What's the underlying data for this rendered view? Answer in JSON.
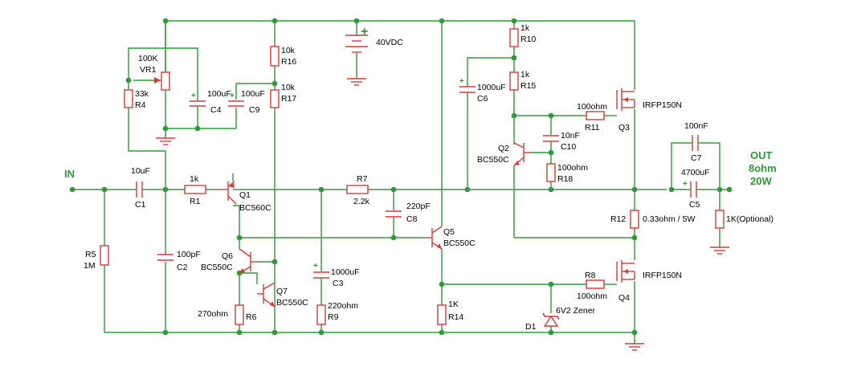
{
  "io": {
    "in": "IN",
    "out1": "OUT",
    "out2": "8ohm",
    "out3": "20W"
  },
  "supply": {
    "label": "40VDC",
    "plus": "+"
  },
  "parts": {
    "VR1": {
      "value": "100K",
      "ref": "VR1"
    },
    "R4": {
      "value": "33k",
      "ref": "R4"
    },
    "C4": {
      "value": "100uF",
      "ref": "C4"
    },
    "C9": {
      "value": "100uF",
      "ref": "C9"
    },
    "R16": {
      "value": "10k",
      "ref": "R16"
    },
    "R17": {
      "value": "10k",
      "ref": "R17"
    },
    "C1": {
      "value": "10uF",
      "ref": "C1"
    },
    "R1": {
      "value": "1k",
      "ref": "R1"
    },
    "Q1": {
      "ref": "Q1",
      "type": "BC560C"
    },
    "R5": {
      "ref": "R5",
      "value": "1M"
    },
    "C2": {
      "value": "100pF",
      "ref": "C2"
    },
    "Q6": {
      "ref": "Q6",
      "type": "BC550C"
    },
    "Q7": {
      "ref": "Q7",
      "type": "BC550C"
    },
    "R6": {
      "value": "270ohm",
      "ref": "R6"
    },
    "C3": {
      "value": "1000uF",
      "ref": "C3"
    },
    "R9": {
      "value": "220ohm",
      "ref": "R9"
    },
    "R7": {
      "ref": "R7",
      "value": "2.2k"
    },
    "C8": {
      "value": "220pF",
      "ref": "C8"
    },
    "Q5": {
      "ref": "Q5",
      "type": "BC550C"
    },
    "R14": {
      "value": "1K",
      "ref": "R14"
    },
    "R10": {
      "value": "1k",
      "ref": "R10"
    },
    "R15": {
      "value": "1k",
      "ref": "R15"
    },
    "C6": {
      "value": "1000uF",
      "ref": "C6"
    },
    "R11": {
      "value": "100ohm",
      "ref": "R11"
    },
    "Q3": {
      "ref": "Q3",
      "type": "IRFP150N"
    },
    "Q2": {
      "ref": "Q2",
      "type": "BC550C"
    },
    "C10": {
      "value": "10nF",
      "ref": "C10"
    },
    "R18": {
      "value": "100ohm",
      "ref": "R18"
    },
    "R12": {
      "ref": "R12",
      "value": "0.33ohm / 5W"
    },
    "C7": {
      "value": "100nF",
      "ref": "C7"
    },
    "C5": {
      "value": "4700uF",
      "ref": "C5"
    },
    "R13": {
      "value": "1K(Optional)"
    },
    "R8": {
      "ref": "R8",
      "value": "100ohm"
    },
    "Q4": {
      "ref": "Q4",
      "type": "IRFP150N"
    },
    "D1": {
      "ref": "D1",
      "value": "6V2 Zener"
    }
  },
  "colors": {
    "wire": "#2e9a3a",
    "component": "#d23a3a",
    "text": "#000000",
    "background": "#ffffff"
  }
}
